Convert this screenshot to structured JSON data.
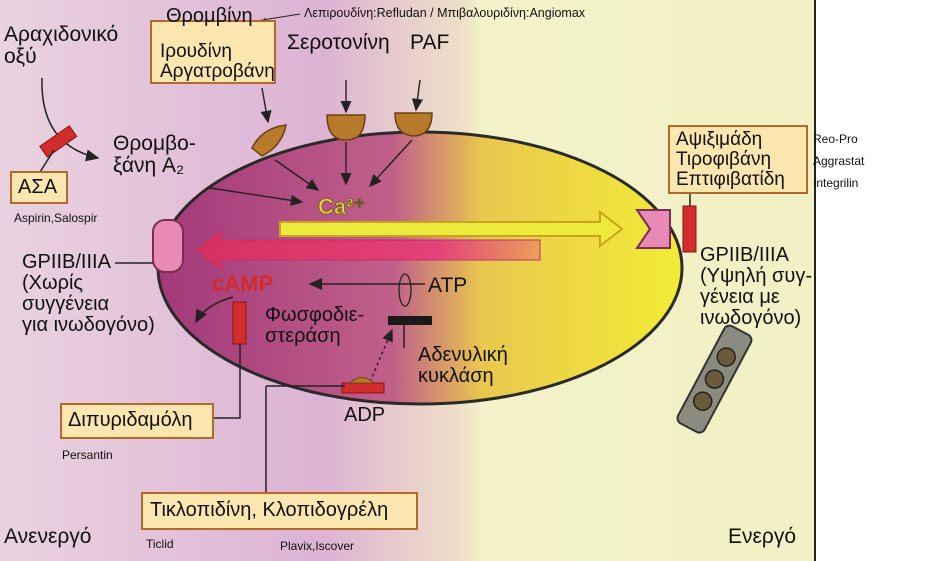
{
  "labels": {
    "arachidonic": "Αραχιδονικό\nοξύ",
    "thrombin": "Θρομβίνη",
    "thrombin_drugs": "Λεπιρουδίνη:Refludan / Μπιβαλουριδίνη:Angiomax",
    "hirudin": "Ιρουδίνη\nΑργατροβάνη",
    "serotonin": "Σεροτονίνη",
    "paf": "PAF",
    "thromboxane": "Θρομβο-\nξάνη A₂",
    "asa": "ΑΣΑ",
    "asa_brands": "Aspirin,Salospir",
    "calcium": "Ca²⁺",
    "camp": "cAMP",
    "atp": "ATP",
    "gp_left": "GPIIB/IIIA\n(Χωρίς\nσυγγένεια\nγια ινωδογόνο)",
    "pde": "Φωσφοδιε-\nστεράση",
    "adenylyl": "Αδενυλική\nκυκλάση",
    "dipyridamole": "Διπυριδαμόλη",
    "persantin": "Persantin",
    "adp": "ADP",
    "ticlopidine": "Τικλοπιδίνη, Κλοπιδογρέλη",
    "ticlid": "Ticlid",
    "plavix": "Plavix,Iscover",
    "inactive": "Ανενεργό",
    "active": "Ενεργό",
    "gp_inhibitors": "Αψιξιμάδη\nΤιροφιβάνη\nΕπτιφιβατίδη",
    "reopro": "Reo-Pro",
    "aggrastat": "Aggrastat",
    "integrilin": "Integrilin",
    "gp_right": "GPIIB/IIIA\n(Υψηλή συγ-\nγένεια με\nινωδογόνο)"
  },
  "colors": {
    "inactive_bg": "#e7cadd",
    "active_bg": "#f4f1c4",
    "cell_pink": "#a8457e",
    "cell_yellow": "#f0e63a",
    "receptor": "#e98ab6",
    "inhibitor_bar": "#d32c2c",
    "main_arrow_red": "#e0447a",
    "main_arrow_yellow": "#ecea3a",
    "ca_fill": "#e8d23a",
    "camp_red": "#d52a2a",
    "box_fill": "#fbe6b0",
    "box_border": "#b26a2a",
    "receptor_brown": "#b7792a"
  }
}
